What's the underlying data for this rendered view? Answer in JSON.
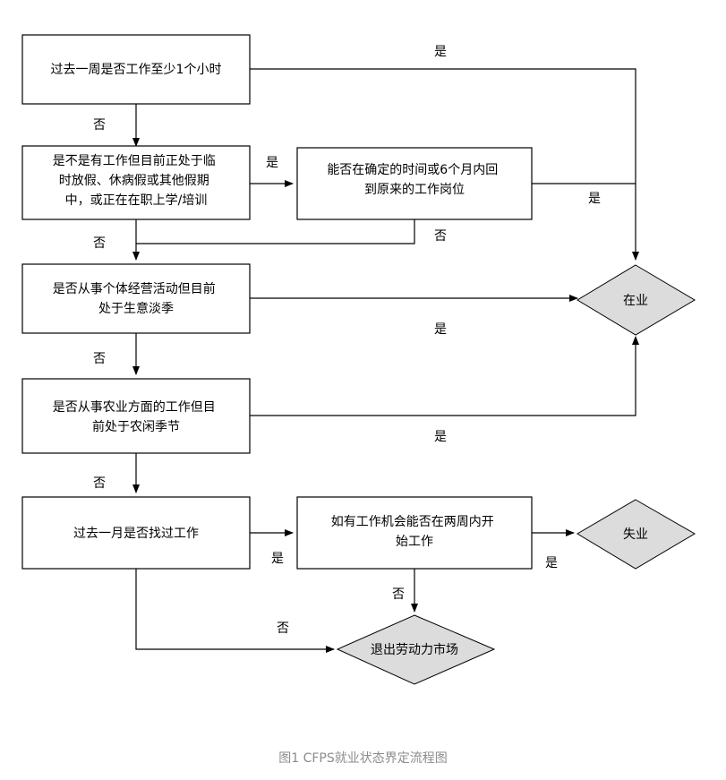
{
  "diagram": {
    "nodes": {
      "q_work_last_week": [
        "过去一周是否工作至少1个小时"
      ],
      "q_temp_absence": [
        "是不是有工作但目前正处于临",
        "时放假、休病假或其他假期",
        "中，或正在在职上学/培训"
      ],
      "q_return_6_months": [
        "能否在确定的时间或6个月内回",
        "到原来的工作岗位"
      ],
      "q_self_employed_offseason": [
        "是否从事个体经营活动但目前",
        "处于生意淡季"
      ],
      "q_farm_offseason": [
        "是否从事农业方面的工作但目",
        "前处于农闲季节"
      ],
      "q_job_search_last_month": [
        "过去一月是否找过工作"
      ],
      "q_start_within_two_weeks": [
        "如有工作机会能否在两周内开",
        "始工作"
      ],
      "r_employed": [
        "在业"
      ],
      "r_unemployed": [
        "失业"
      ],
      "r_out_of_labor_force": [
        "退出劳动力市场"
      ]
    },
    "edges": {
      "e1": "是",
      "e2": "否",
      "e3": "是",
      "e4": "是",
      "e5": "否",
      "e6": "否",
      "e7": "是",
      "e8": "否",
      "e9": "是",
      "e10": "否",
      "e11": "是",
      "e12": "是",
      "e13": "否",
      "e14": "否"
    }
  },
  "caption": "图1 CFPS就业状态界定流程图"
}
